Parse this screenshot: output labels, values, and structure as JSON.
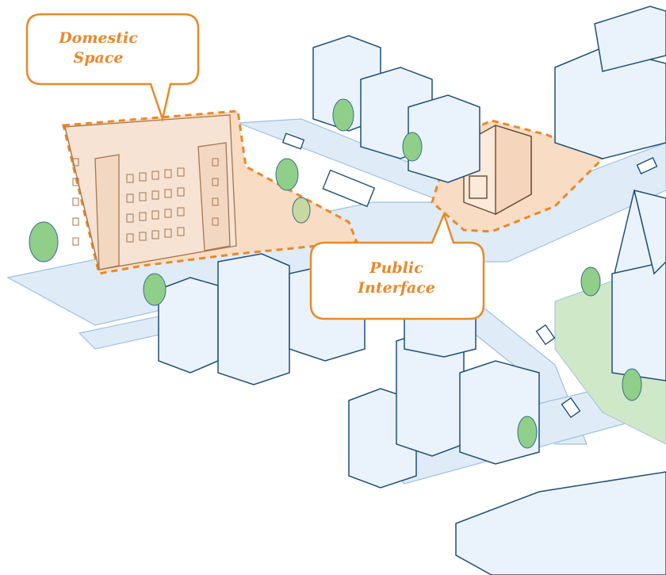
{
  "callouts": {
    "domestic": {
      "line1": "Domestic",
      "line2": "Space"
    },
    "public": {
      "line1": "Public",
      "line2": "Interface"
    }
  },
  "colors": {
    "accent_orange": "#e8892a",
    "zone_fill": "#f9dcc4",
    "building_fill": "#e9f2fa",
    "building_stroke": "#1f4f7a",
    "road": "#dbe9f5",
    "tree": "#8fcf8a",
    "green_lawn": "#cbe8c3"
  }
}
